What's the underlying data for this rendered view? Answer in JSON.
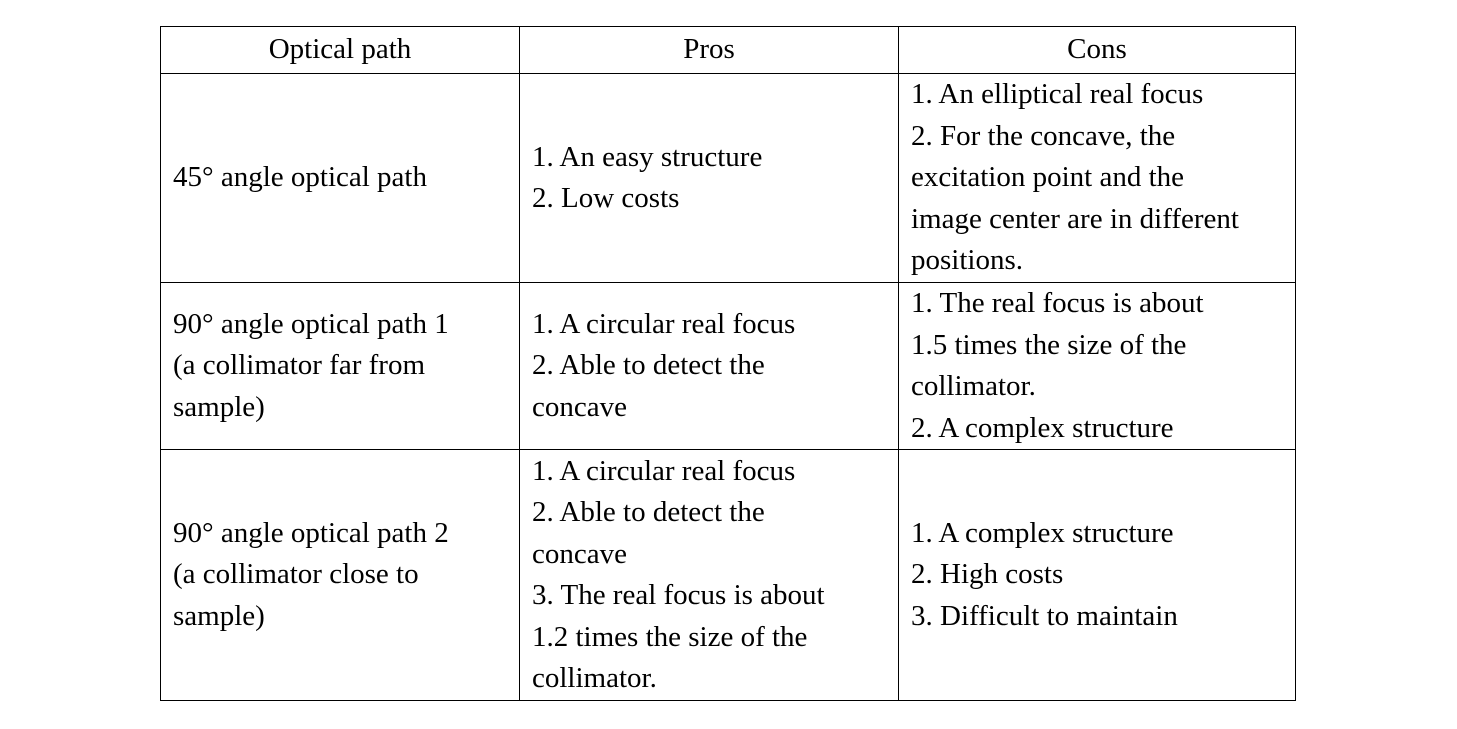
{
  "table": {
    "headers": [
      "Optical path",
      "Pros",
      "Cons"
    ],
    "rows": [
      {
        "optical_path": [
          "45° angle optical path"
        ],
        "pros": [
          "1. An easy structure",
          "2. Low costs"
        ],
        "cons": [
          "1. An elliptical real focus",
          "2. For the concave, the",
          "excitation point and the",
          "image center are in different",
          "positions."
        ]
      },
      {
        "optical_path": [
          "90° angle optical path 1",
          "(a collimator far from",
          "sample)"
        ],
        "pros": [
          "1. A circular real focus",
          "2. Able to detect the",
          "concave"
        ],
        "cons": [
          "1. The real focus is about",
          "1.5 times the size of the",
          "collimator.",
          "2. A complex structure"
        ]
      },
      {
        "optical_path": [
          "90° angle optical path 2",
          "(a collimator close to",
          "sample)"
        ],
        "pros": [
          "1. A circular real focus",
          "2. Able to detect the",
          "concave",
          "3. The real focus is about",
          "1.2 times the size of the",
          "collimator."
        ],
        "cons": [
          "1. A complex structure",
          "2. High costs",
          "3. Difficult to maintain"
        ]
      }
    ]
  }
}
